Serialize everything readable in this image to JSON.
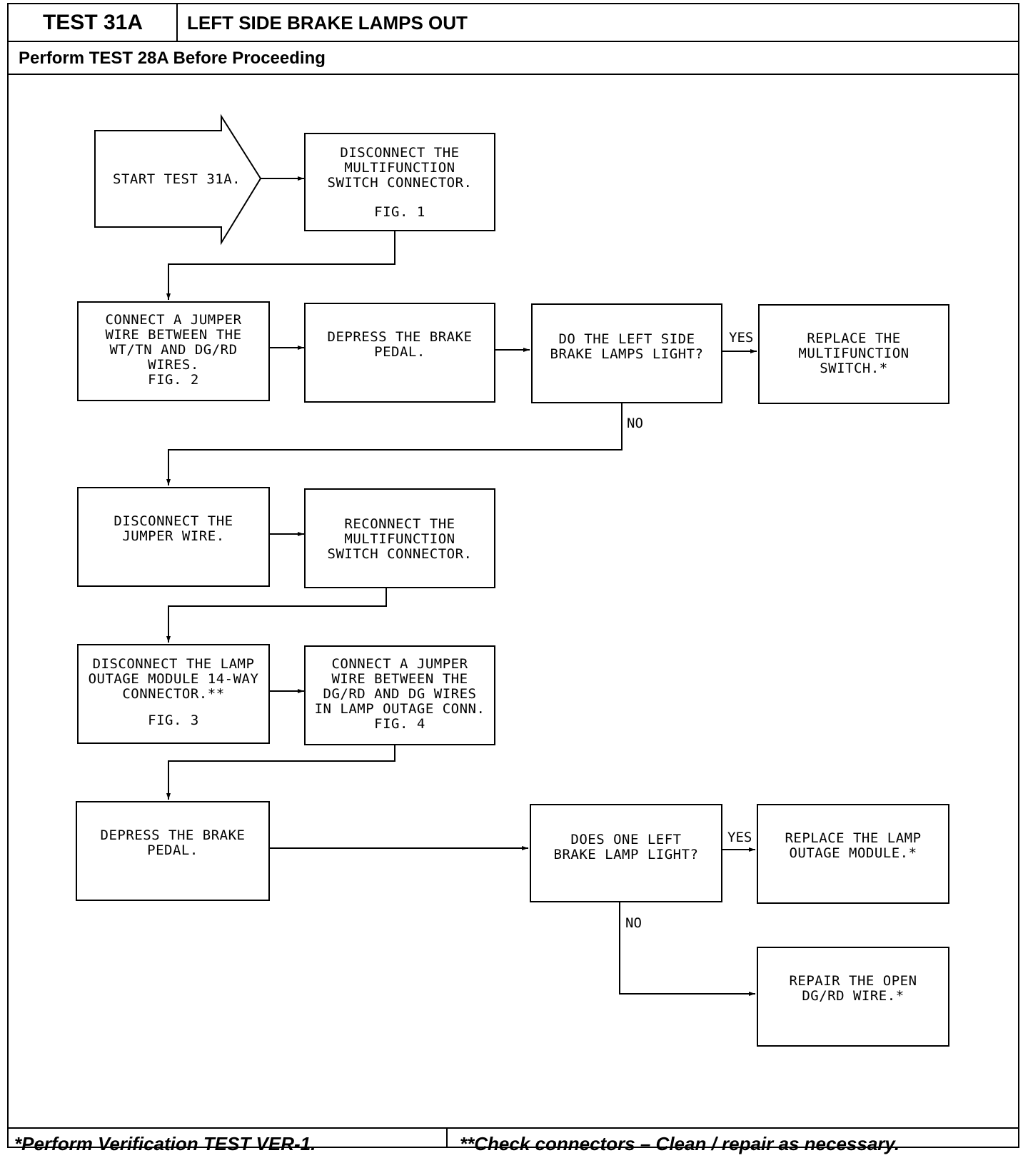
{
  "header": {
    "test_id": "TEST 31A",
    "title": "LEFT SIDE BRAKE LAMPS OUT",
    "prerequisite": "Perform TEST 28A Before Proceeding"
  },
  "footer": {
    "note_verification": "*Perform Verification TEST VER-1.",
    "note_connectors": "**Check connectors – Clean / repair as necessary."
  },
  "nodes": {
    "start": "START TEST 31A.",
    "disconnect_mfs": "DISCONNECT THE\nMULTIFUNCTION\nSWITCH CONNECTOR.",
    "disconnect_mfs_fig": "FIG. 1",
    "connect_jumper": "CONNECT A JUMPER\nWIRE BETWEEN THE\nWT/TN AND DG/RD\nWIRES.\nFIG. 2",
    "depress_pedal_1": "DEPRESS THE BRAKE\nPEDAL.",
    "q_left_lamps": "DO THE LEFT SIDE\nBRAKE LAMPS LIGHT?",
    "replace_mfs": "REPLACE THE\nMULTIFUNCTION\nSWITCH.*",
    "disconnect_jumper": "DISCONNECT THE\nJUMPER WIRE.",
    "reconnect_mfs": "RECONNECT THE\nMULTIFUNCTION\nSWITCH CONNECTOR.",
    "disconnect_lom": "DISCONNECT THE LAMP\nOUTAGE MODULE 14-WAY\nCONNECTOR.**",
    "disconnect_lom_fig": "FIG. 3",
    "connect_jumper_lom": "CONNECT A JUMPER\nWIRE BETWEEN THE\nDG/RD AND DG WIRES\nIN LAMP OUTAGE CONN.\nFIG. 4",
    "depress_pedal_2": "DEPRESS THE BRAKE\nPEDAL.",
    "q_one_lamp": "DOES ONE LEFT\nBRAKE LAMP LIGHT?",
    "replace_lom": "REPLACE THE LAMP\nOUTAGE MODULE.*",
    "repair_wire": "REPAIR THE OPEN\nDG/RD WIRE.*"
  },
  "edge_labels": {
    "yes_1": "YES",
    "no_1": "NO",
    "yes_2": "YES",
    "no_2": "NO"
  }
}
